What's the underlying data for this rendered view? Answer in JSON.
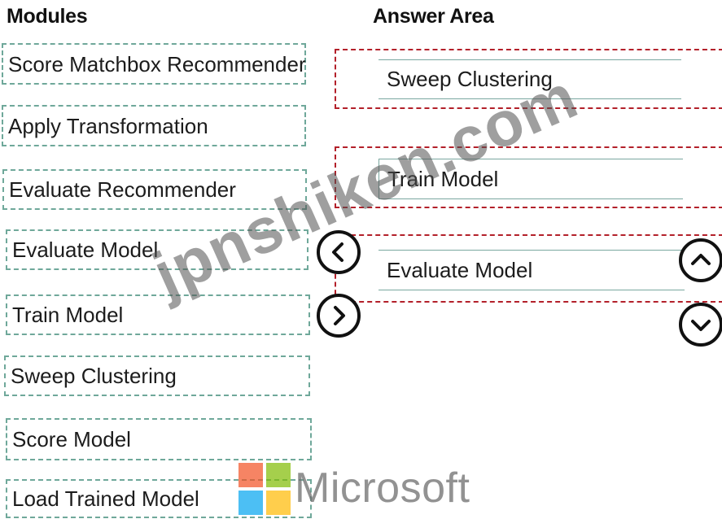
{
  "modules_panel": {
    "title": "Modules",
    "items": [
      {
        "label": "Score Matchbox Recommender"
      },
      {
        "label": "Apply Transformation"
      },
      {
        "label": "Evaluate Recommender"
      },
      {
        "label": "Evaluate Model"
      },
      {
        "label": "Train Model"
      },
      {
        "label": "Sweep Clustering"
      },
      {
        "label": "Score Model"
      },
      {
        "label": "Load Trained Model"
      }
    ]
  },
  "answer_panel": {
    "title": "Answer Area",
    "slots": [
      {
        "label": "Sweep Clustering"
      },
      {
        "label": "Train Model"
      },
      {
        "label": "Evaluate Model"
      }
    ]
  },
  "controls": {
    "move_left_icon": "chevron-left-icon",
    "move_right_icon": "chevron-right-icon",
    "move_up_icon": "chevron-up-icon",
    "move_down_icon": "chevron-down-icon"
  },
  "watermark": {
    "site": "jpnshiken.com",
    "brand": "Microsoft"
  },
  "colors": {
    "module_border": "#6fa89a",
    "slot_border": "#b3202a",
    "ms_red": "#f25022",
    "ms_green": "#7fba00",
    "ms_blue": "#00a4ef",
    "ms_yellow": "#ffb900"
  }
}
